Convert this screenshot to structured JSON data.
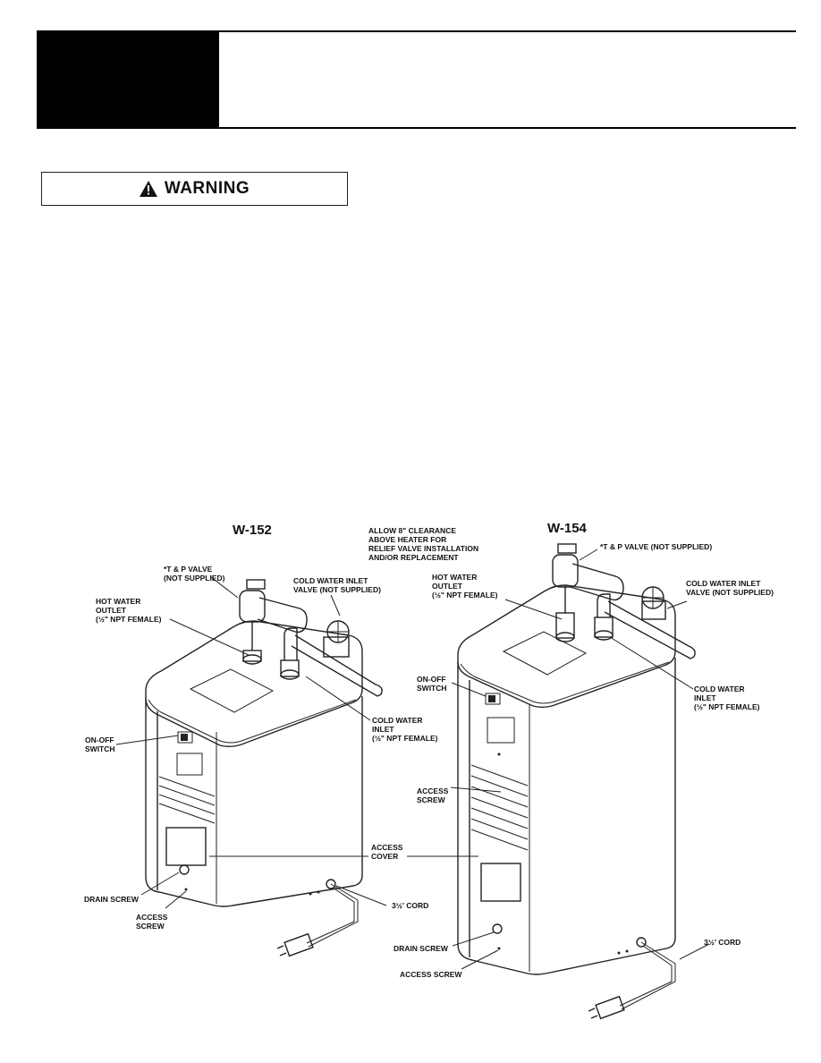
{
  "header": {
    "title_block": "",
    "title": ""
  },
  "warning": {
    "label": "WARNING",
    "icon": "warning-triangle-icon"
  },
  "figure": {
    "left_model": "W-152",
    "right_model": "W-154",
    "clearance_note": [
      "ALLOW 8\" CLEARANCE",
      "ABOVE HEATER FOR",
      "RELIEF VALVE INSTALLATION",
      "AND/OR REPLACEMENT"
    ],
    "left_labels": {
      "tp_valve": [
        "*T & P VALVE",
        "(NOT SUPPLIED)"
      ],
      "hot_outlet": [
        "HOT WATER",
        "OUTLET",
        "(½\" NPT FEMALE)"
      ],
      "cold_valve": [
        "COLD WATER INLET",
        "VALVE (NOT SUPPLIED)"
      ],
      "cold_inlet": [
        "COLD WATER",
        "INLET",
        "(½\" NPT FEMALE)"
      ],
      "on_off": [
        "ON-OFF",
        "SWITCH"
      ],
      "drain": "DRAIN SCREW",
      "access_screw": [
        "ACCESS",
        "SCREW"
      ],
      "cord": "3½' CORD"
    },
    "access_cover": [
      "ACCESS",
      "COVER"
    ],
    "right_labels": {
      "tp_valve": "*T & P VALVE (NOT SUPPLIED)",
      "hot_outlet": [
        "HOT WATER",
        "OUTLET",
        "(½\" NPT FEMALE)"
      ],
      "cold_valve": [
        "COLD WATER INLET",
        "VALVE (NOT SUPPLIED)"
      ],
      "cold_inlet": [
        "COLD WATER",
        "INLET",
        "(½\" NPT FEMALE)"
      ],
      "on_off": [
        "ON-OFF",
        "SWITCH"
      ],
      "access_screw_mid": [
        "ACCESS",
        "SCREW"
      ],
      "drain": "DRAIN SCREW",
      "access_screw": "ACCESS SCREW",
      "cord": "3½' CORD"
    }
  }
}
